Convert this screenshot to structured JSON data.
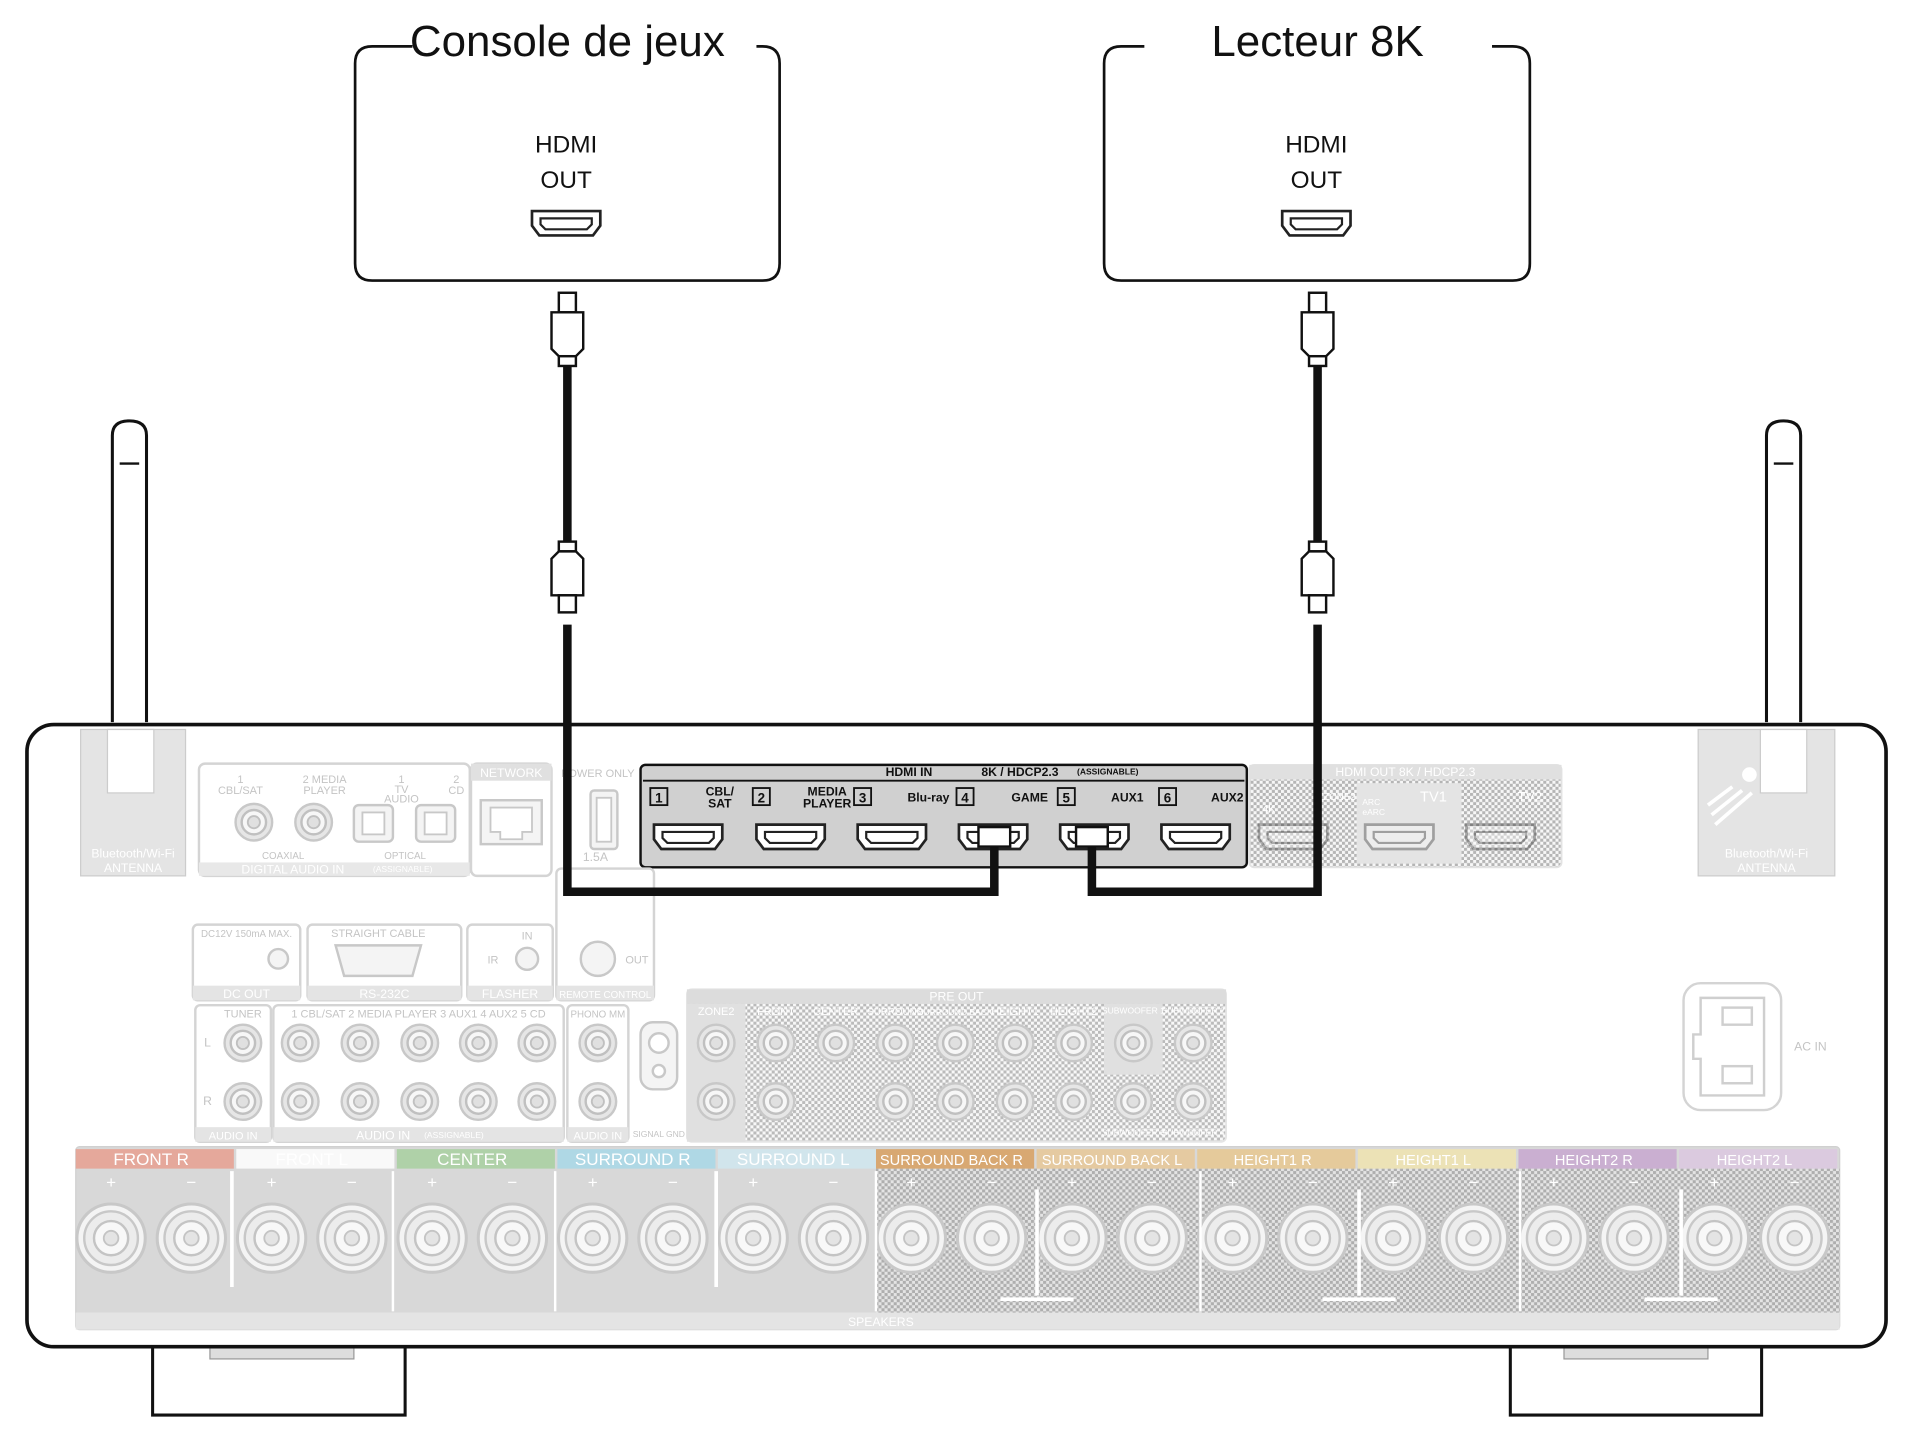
{
  "devices": {
    "left": {
      "title": "Console de jeux",
      "port_line1": "HDMI",
      "port_line2": "OUT"
    },
    "right": {
      "title": "Lecteur 8K",
      "port_line1": "HDMI",
      "port_line2": "OUT"
    }
  },
  "receiver": {
    "antenna_label_line1": "Bluetooth/Wi-Fi",
    "antenna_label_line2": "ANTENNA",
    "hdmi_in": {
      "header": "HDMI IN",
      "spec": "8K / HDCP2.3",
      "assignable": "(ASSIGNABLE)",
      "inputs": [
        {
          "num": "1",
          "name1": "CBL/",
          "name2": "SAT"
        },
        {
          "num": "2",
          "name1": "MEDIA",
          "name2": "PLAYER"
        },
        {
          "num": "3",
          "name1": "Blu-ray",
          "name2": ""
        },
        {
          "num": "4",
          "name1": "GAME",
          "name2": ""
        },
        {
          "num": "5",
          "name1": "AUX1",
          "name2": ""
        },
        {
          "num": "6",
          "name1": "AUX2",
          "name2": ""
        }
      ]
    },
    "hdmi_out": {
      "header": "HDMI OUT  8K / HDCP2.3",
      "tv1": "TV1",
      "tv2": "TV2",
      "arc1": "ARC",
      "arc2": "eARC",
      "zone2": "ZONE2",
      "four_k": "4K"
    },
    "digital_audio": {
      "in1": "1",
      "in1_name": "CBL/SAT",
      "in2": "2 MEDIA",
      "in2_name": "PLAYER",
      "in3": "1",
      "in3_name1": "TV",
      "in3_name2": "AUDIO",
      "in4": "2",
      "in4_name": "CD",
      "coaxial": "COAXIAL",
      "optical": "OPTICAL",
      "footer": "DIGITAL AUDIO IN",
      "assignable": "(ASSIGNABLE)"
    },
    "network": "NETWORK",
    "power_only": "POWER ONLY",
    "usb_rating": "1.5A",
    "dc_out_spec": "DC12V  150mA MAX.",
    "dc_out": "DC OUT",
    "rs232_cable": "STRAIGHT CABLE",
    "rs232": "RS-232C",
    "flasher_in": "IN",
    "flasher_ir": "IR",
    "flasher": "FLASHER",
    "remote_out": "OUT",
    "remote_control": "REMOTE CONTROL",
    "audio_in": {
      "tuner": "TUNER",
      "inputs": "1 CBL/SAT  2 MEDIA PLAYER  3 AUX1  4 AUX2  5 CD",
      "phono": "PHONO MM",
      "left": "L",
      "right": "R",
      "footer_left": "AUDIO IN",
      "footer": "AUDIO IN",
      "assignable": "(ASSIGNABLE)",
      "footer_phono": "AUDIO IN",
      "signal_gnd": "SIGNAL GND"
    },
    "pre_out": {
      "header": "PRE OUT",
      "zone2": "ZONE2",
      "channels": [
        "FRONT",
        "CENTER",
        "SURROUND",
        "SURROUND BACK",
        "HEIGHT1",
        "HEIGHT2"
      ],
      "sub1": "SUBWOOFER 1",
      "sub2": "SUBWOOFER 2",
      "sub3": "SUBWOOFER 3",
      "sub4": "SUBWOOFER 4"
    },
    "ac_in": "AC IN",
    "speakers": {
      "footer": "SPEAKERS",
      "plus": "+",
      "minus": "−",
      "channels": [
        {
          "name": "FRONT",
          "side": "R",
          "color": "#e8a090"
        },
        {
          "name": "FRONT",
          "side": "L",
          "color": "#ffffff"
        },
        {
          "name": "CENTER",
          "side": "",
          "color": "#a8d0a0"
        },
        {
          "name": "SURROUND",
          "side": "R",
          "color": "#a8d8e8"
        },
        {
          "name": "SURROUND",
          "side": "L",
          "color": "#d0e8f0"
        },
        {
          "name": "SURROUND BACK",
          "side": "R",
          "color": "#d8a060"
        },
        {
          "name": "SURROUND BACK",
          "side": "L",
          "color": "#e8c898"
        },
        {
          "name": "HEIGHT1",
          "side": "R",
          "color": "#e8c890"
        },
        {
          "name": "HEIGHT1",
          "side": "L",
          "color": "#f0e4b0"
        },
        {
          "name": "HEIGHT2",
          "side": "R",
          "color": "#c8a8d0"
        },
        {
          "name": "HEIGHT2",
          "side": "L",
          "color": "#dcc8e0"
        }
      ]
    }
  }
}
